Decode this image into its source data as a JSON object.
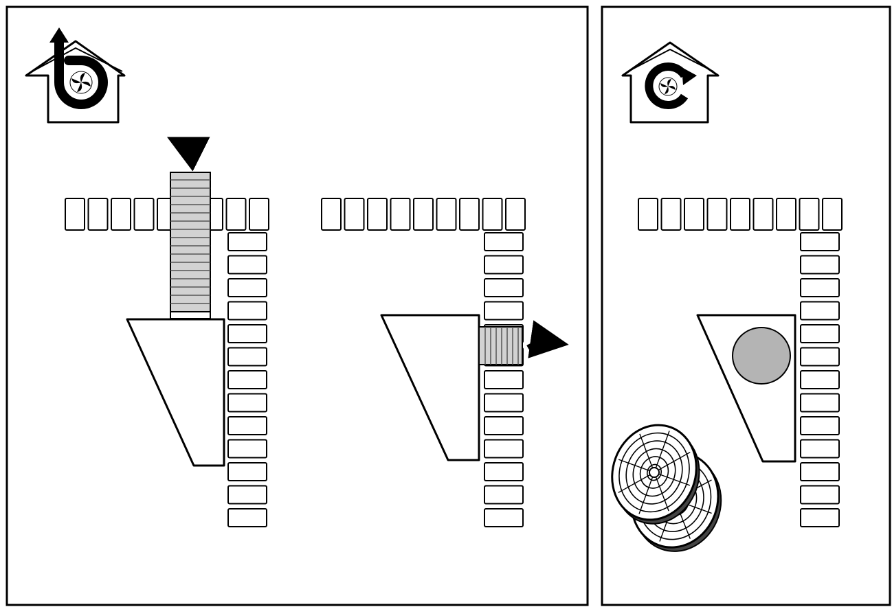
{
  "panels": [
    {
      "mode": "extraction",
      "icon": "house-fan-arrow-up-icon",
      "installations": [
        {
          "outlet": "vertical",
          "duct": "chimney-duct-striped",
          "airflow": "up"
        },
        {
          "outlet": "horizontal",
          "duct": "wall-duct-striped",
          "airflow": "right"
        }
      ]
    },
    {
      "mode": "recirculation",
      "icon": "house-fan-recirculate-icon",
      "installations": [
        {
          "outlet": "none",
          "filter": "carbon-filter-circle",
          "accessory": "carbon-filter-pair"
        }
      ]
    }
  ],
  "colors": {
    "line": "#000000",
    "background": "#ffffff",
    "duct_fill": "#d2d2d2",
    "filter_fill": "#b4b4b4"
  }
}
